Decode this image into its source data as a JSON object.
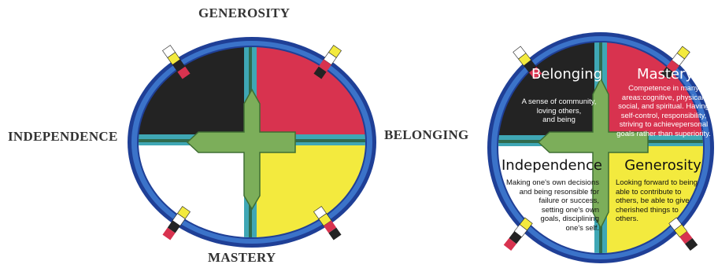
{
  "left_wheel": {
    "labels": {
      "top": "GENEROSITY",
      "bottom": "MASTERY",
      "left": "INDEPENDENCE",
      "right": "BELONGING"
    }
  },
  "right_wheel": {
    "quadrants": {
      "belonging": {
        "title": "Belonging",
        "desc": [
          "A sense of community,",
          "loving others,",
          "and being"
        ]
      },
      "mastery": {
        "title": "Mastery",
        "desc": [
          "Competence in many",
          "areas:cognitive, physical,",
          "social, and spiritual. Having",
          "self-control, responsibility,",
          "striving to achievepersonal",
          "goals rather than superiority."
        ]
      },
      "independence": {
        "title": "Independence",
        "desc": [
          "Making one's own decisions",
          "and being resonsible for",
          "failure or success,",
          "setting one's own",
          "goals, disciplining",
          "one's self."
        ]
      },
      "generosity": {
        "title": "Generosity",
        "desc": [
          "Looking forward to being",
          "able to contribute to",
          "others, be able to give",
          "cherished things to",
          "others."
        ]
      }
    }
  },
  "colors": {
    "red": "#d8334f",
    "black": "#232323",
    "yellow": "#f3ea3e",
    "white": "#ffffff",
    "blue_ring": "#3b73c9",
    "teal_band": "#3fa7b5",
    "green_cross": "#7cae5a",
    "dark_green": "#2f6b4e"
  },
  "icons": {
    "cross": "green-cross-icon",
    "beads": "medicine-wheel-bead-icon"
  }
}
